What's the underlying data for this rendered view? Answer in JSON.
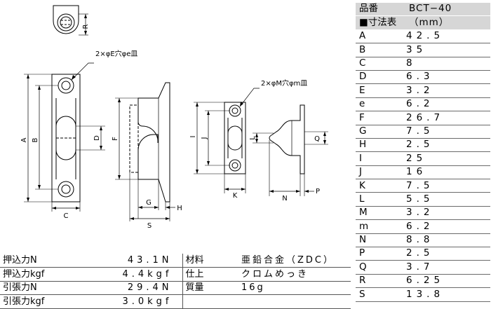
{
  "drawing": {
    "callout_hole_e": "2×φE穴φe皿",
    "callout_hole_m": "2×φM穴φm皿",
    "labels": {
      "A": "A",
      "B": "B",
      "C": "C",
      "D": "D",
      "F": "F",
      "G": "G",
      "H": "H",
      "I": "I",
      "J": "J",
      "K": "K",
      "L": "L",
      "N": "N",
      "P": "P",
      "Q": "Q",
      "R": "R",
      "S": "S"
    }
  },
  "dimensions": {
    "part_no_label": "品番",
    "part_no": "BCT−40",
    "unit_label": "■寸法表",
    "unit": "（mm）",
    "rows": [
      {
        "key": "A",
        "value": "42.5"
      },
      {
        "key": "B",
        "value": "35"
      },
      {
        "key": "C",
        "value": "8"
      },
      {
        "key": "D",
        "value": "6.3"
      },
      {
        "key": "E",
        "value": "3.2"
      },
      {
        "key": "e",
        "value": "6.2"
      },
      {
        "key": "F",
        "value": "26.7"
      },
      {
        "key": "G",
        "value": "7.5"
      },
      {
        "key": "H",
        "value": "2.5"
      },
      {
        "key": "I",
        "value": "25"
      },
      {
        "key": "J",
        "value": "16"
      },
      {
        "key": "K",
        "value": "7.5"
      },
      {
        "key": "L",
        "value": "5.5"
      },
      {
        "key": "M",
        "value": "3.2"
      },
      {
        "key": "m",
        "value": "6.2"
      },
      {
        "key": "N",
        "value": "8.8"
      },
      {
        "key": "P",
        "value": "2.5"
      },
      {
        "key": "Q",
        "value": "3.7"
      },
      {
        "key": "R",
        "value": "6.25"
      },
      {
        "key": "S",
        "value": "13.8"
      }
    ]
  },
  "specs": {
    "rows": [
      {
        "label": "押込力N",
        "value": "43.1N",
        "label2": "材料",
        "value2": "亜鉛合金（ZDC）"
      },
      {
        "label": "押込力kgf",
        "value": "4.4kgf",
        "label2": "仕上",
        "value2": "クロムめっき"
      },
      {
        "label": "引張力N",
        "value": "29.4N",
        "label2": "質量",
        "value2": "16g"
      },
      {
        "label": "引張力kgf",
        "value": "3.0kgf",
        "label2": "",
        "value2": ""
      }
    ]
  }
}
